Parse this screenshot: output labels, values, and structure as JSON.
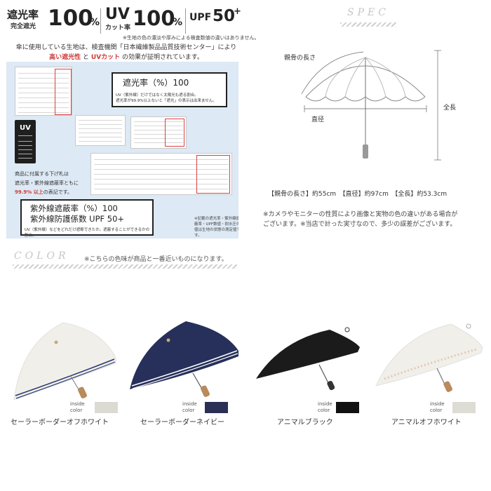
{
  "headline": {
    "light_block_label": "遮光率",
    "light_block_sub": "完全遮光",
    "light_block_value": "100",
    "light_block_unit": "%",
    "uv_label": "UV",
    "uv_sub": "カット率",
    "uv_value": "100",
    "uv_unit": "%",
    "upf_label": "UPF",
    "upf_value": "50",
    "upf_plus": "+"
  },
  "top_note": "※生地の色の濃淡や厚みによる検査数値の違いはありません。",
  "intro": {
    "line1": "傘に使用している生地は、検査機関「日本繊維製品品質技術センター」により",
    "highlight1": "高い遮光性",
    "conj": "と",
    "highlight2": "UVカット",
    "line2_tail": "の効果が証明されています。"
  },
  "panel": {
    "callout1_title": "遮光率（%）100",
    "callout1_line1": "UV（紫外線）だけではなく太陽光も遮る割合。",
    "callout1_line2": "遮光率が99.9%以上ないと「遮光」の表示は出来ません。",
    "tag_uv": "UV",
    "para_line1": "商品に付属する下げ札は",
    "para_line2": "遮光率・紫外線遮蔽率ともに",
    "para_highlight": "99.9% 以上",
    "para_line3_tail": "の表記です。",
    "callout2_line1": "紫外線遮蔽率（%）100",
    "callout2_line2": "紫外線防護係数 UPF 50+",
    "callout2_sub": "UV（紫外線）などをどれだけ遮断できたか。遮蔽することができるかの割合。",
    "note_mid": "※記載の遮光率・紫外線遮蔽率・UPF数値・耐水圧の値は生地の状態の測定値です。"
  },
  "spec": {
    "title": "SPEC",
    "label_rib": "親骨の長さ",
    "label_diameter": "直径",
    "label_total": "全長",
    "dims": "【親骨の長さ】約55cm　【直径】約97cm　【全長】約53.3cm",
    "note_line1": "※カメラやモニターの性質により画像と実物の色の違いがある場合が",
    "note_line2": "ございます。※当店で計った実寸なので、多少の誤差がございます。"
  },
  "color": {
    "title": "COLOR",
    "note": "※こちらの色味が商品と一番近いものになります。",
    "swatch_label_1": "inside",
    "swatch_label_2": "color",
    "products": [
      {
        "name": "セーラーボーダーオフホワイト",
        "canopy": "#f1efe9",
        "swatch": "#dcdbd3"
      },
      {
        "name": "セーラーボーダーネイビー",
        "canopy": "#26305a",
        "swatch": "#2a2f55"
      },
      {
        "name": "アニマルブラック",
        "canopy": "#1b1b1b",
        "swatch": "#111111"
      },
      {
        "name": "アニマルオフホワイト",
        "canopy": "#f0efe9",
        "swatch": "#dddcd5"
      }
    ]
  },
  "colors": {
    "accent_red": "#d03a3a",
    "panel_bg": "#dde9f4"
  }
}
